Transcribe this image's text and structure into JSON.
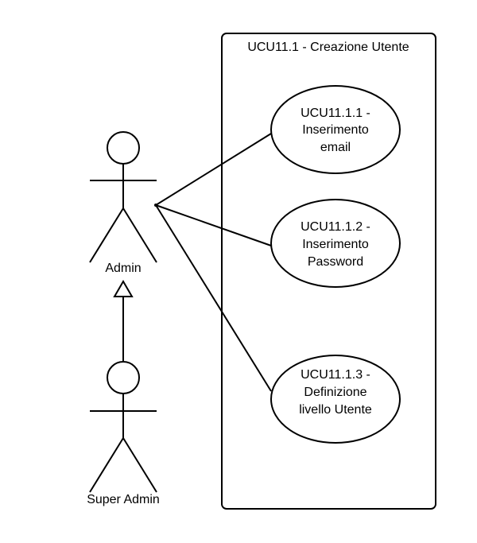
{
  "system": {
    "title": "UCU11.1 - Creazione Utente"
  },
  "actors": {
    "admin": {
      "label": "Admin"
    },
    "super_admin": {
      "label": "Super Admin"
    }
  },
  "use_cases": [
    {
      "lines": [
        "UCU11.1.1 -",
        "Inserimento",
        "email"
      ]
    },
    {
      "lines": [
        "UCU11.1.2 -",
        "Inserimento",
        "Password"
      ]
    },
    {
      "lines": [
        "UCU11.1.3 -",
        "Definizione",
        "livello Utente"
      ]
    }
  ],
  "colors": {
    "stroke": "#000000",
    "fill": "#ffffff",
    "background": "#ffffff"
  }
}
